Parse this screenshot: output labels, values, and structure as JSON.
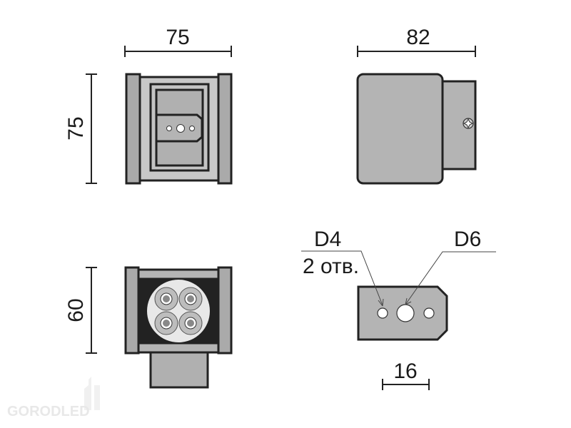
{
  "views": {
    "front": {
      "width_dim": "75",
      "height_dim": "75"
    },
    "side": {
      "depth_dim": "82"
    },
    "bottom": {
      "height_dim": "60"
    },
    "mount_plate": {
      "small_hole_label": "D4",
      "small_hole_count": "2 отв.",
      "large_hole_label": "D6",
      "spacing_dim": "16"
    }
  },
  "logo": {
    "text": "GORODLED"
  },
  "colors": {
    "body": "#b4b4b4",
    "frame": "#c8c8c8",
    "dark": "#222222",
    "lens": "#e8e8e8"
  }
}
